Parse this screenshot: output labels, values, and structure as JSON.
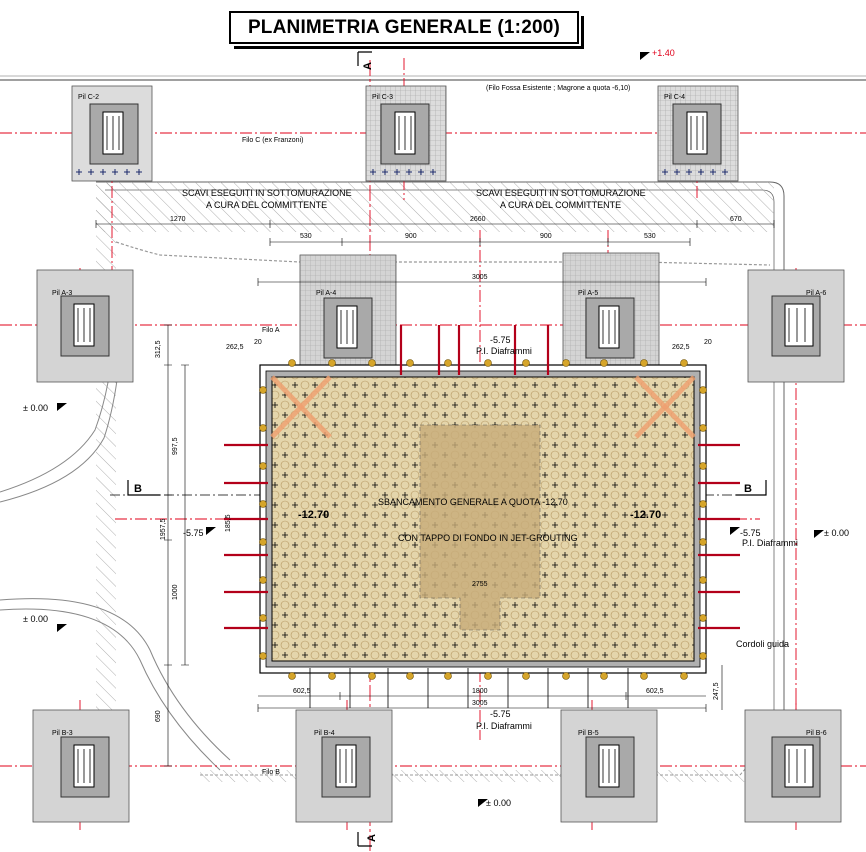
{
  "title": "PLANIMETRIA GENERALE (1:200)",
  "labels": {
    "scavi_line1": "SCAVI ESEGUITI IN SOTTOMURAZIONE",
    "scavi_line2": "A CURA DEL COMMITTENTE",
    "scavi_b_line1": "SCAVI ESEGUITI IN SOTTOMURAZIONE",
    "scavi_b_line2": "A CURA DEL COMMITTENTE",
    "sbancamento_line1": "SBANCAMENTO GENERALE A QUOTA -12.70",
    "sbancamento_line2": "CON TAPPO DI FONDO IN JET-GROUTING",
    "filo_fossa": "(Filo Fossa Esistente ; Magrone a quota -6,10)",
    "filo_c": "Filo C (ex Franzoni)",
    "filo_a": "Filo A",
    "filo_b": "Filo B",
    "pi_diaframmi_top": "P.I. Diaframmi",
    "pi_diaframmi_right": "P.I. Diaframmi",
    "pi_diaframmi_bottom": "P.I. Diaframmi",
    "cordoli": "Cordoli guida",
    "quote_plus140": "+1.40",
    "quote_m575_top": "-5.75",
    "quote_m575_left": "-5.75",
    "quote_m575_right": "-5.75",
    "quote_m575_bottom": "-5.75",
    "quote_m1270_left": "-12.70",
    "quote_m1270_right": "-12.70",
    "quote_000_left1": "± 0.00",
    "quote_000_left2": "± 0.00",
    "quote_000_right": "± 0.00",
    "quote_000_bottom": "± 0.00",
    "section_a_top": "A",
    "section_a_bottom": "A",
    "section_b_left": "B",
    "section_b_right": "B"
  },
  "dims": {
    "d1270": "1270",
    "d2660": "2660",
    "d670": "670",
    "d530a": "530",
    "d900a": "900",
    "d900b": "900",
    "d530b": "530",
    "d3005top": "3005",
    "d3005bot": "3005",
    "d312": "312,5",
    "d997": "997,5",
    "d1957": "1957,5",
    "d1000": "1000",
    "d690": "690",
    "d262a": "262,5",
    "d262b": "262,5",
    "d6025a": "602,5",
    "d1800": "1800",
    "d6025b": "602,5",
    "d2755": "2755",
    "d2475": "247,5",
    "d1857": "185,5",
    "d20a": "20",
    "d20b": "20"
  },
  "piers": {
    "c2": "Pil C-2",
    "c3": "Pil C-3",
    "c4": "Pil C-4",
    "a3": "Pil A-3",
    "a4": "Pil A-4",
    "a5": "Pil A-5",
    "a6": "Pil A-6",
    "b3": "Pil B-3",
    "b4": "Pil B-4",
    "b5": "Pil B-5",
    "b6": "Pil B-6"
  },
  "colors": {
    "excavation_fill": "#e2d2a6",
    "central_block": "#c8ad7a",
    "pier_outer": "#d4d4d4",
    "pier_inner": "#a9a9a9",
    "axis_red": "#e0001a",
    "rebar_red": "#b3001a",
    "hatch_gray": "#8a8a8a",
    "navy_plus": "#1c2a6b"
  }
}
